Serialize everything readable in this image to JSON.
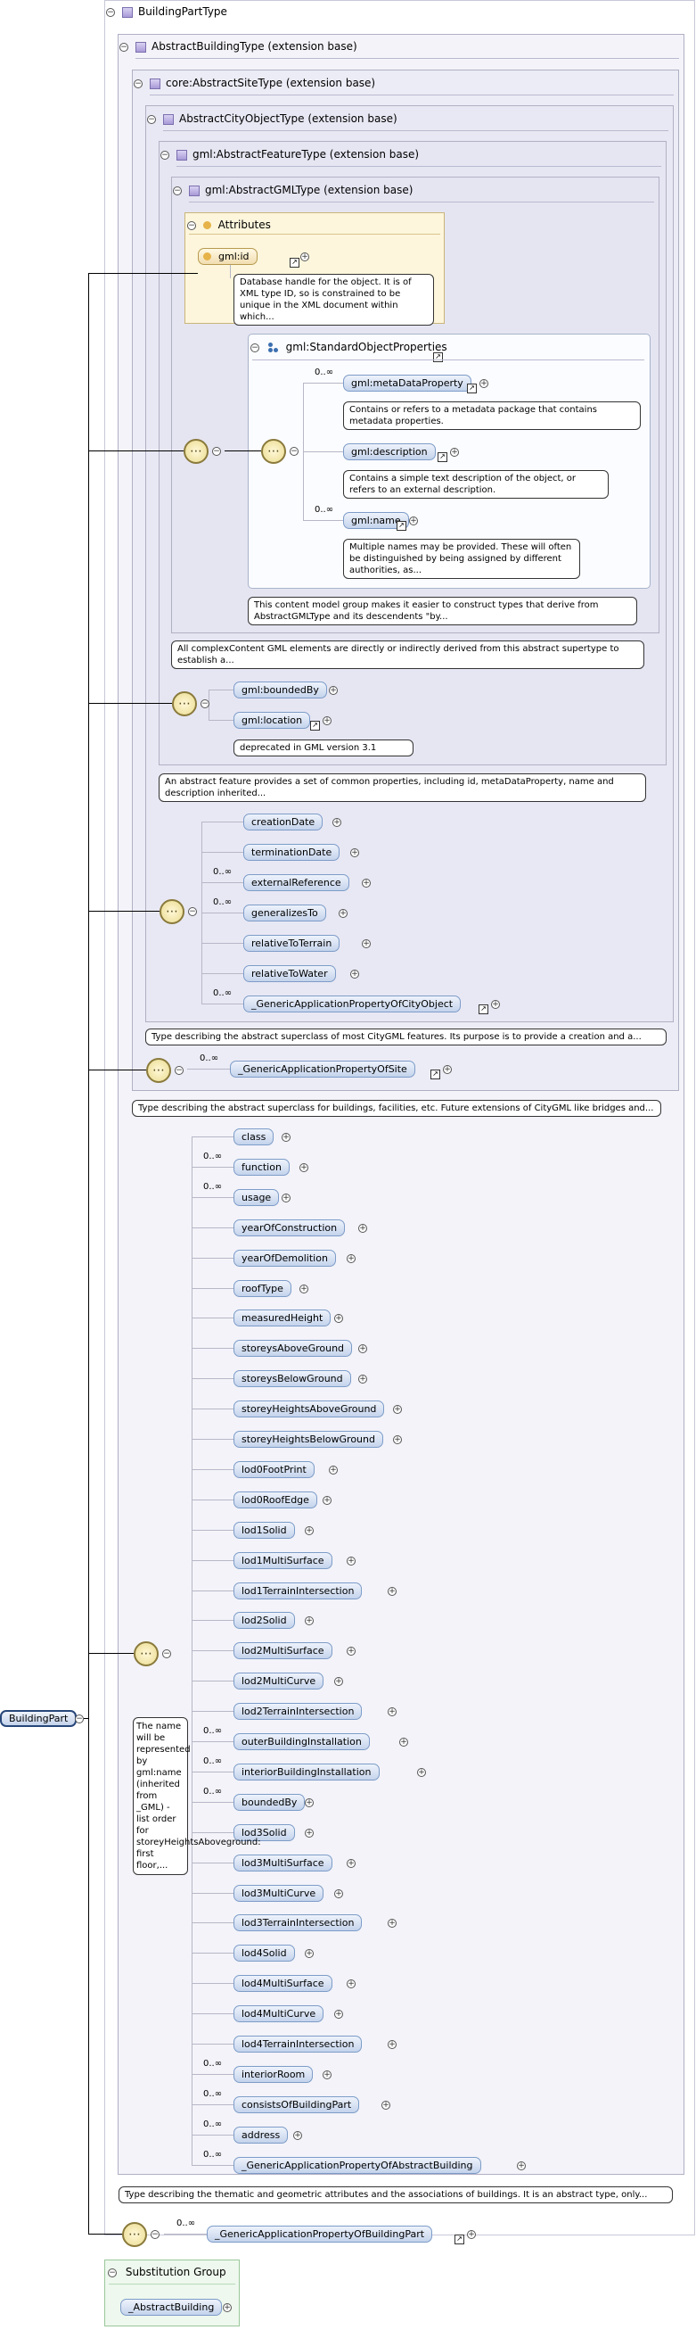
{
  "root": {
    "label": "BuildingPart"
  },
  "type_headers": {
    "building_part_type": "BuildingPartType",
    "abstract_building_type": "AbstractBuildingType (extension base)",
    "abstract_site_type": "core:AbstractSiteType (extension base)",
    "abstract_city_object_type": "AbstractCityObjectType (extension base)",
    "abstract_feature_type": "gml:AbstractFeatureType (extension base)",
    "abstract_gml_type": "gml:AbstractGMLType (extension base)"
  },
  "attributes": {
    "title": "Attributes",
    "id_label": "gml:id",
    "id_doc": "Database handle for the object. It is of XML type ID, so is constrained to be unique in the XML document within which..."
  },
  "std_props": {
    "title": "gml:StandardObjectProperties",
    "items": [
      {
        "label": "gml:metaDataProperty",
        "mult": "0..∞",
        "doc": "Contains or refers to a metadata package that contains metadata properties."
      },
      {
        "label": "gml:description",
        "mult": "",
        "doc": "Contains a simple text description of the object, or refers to an external description."
      },
      {
        "label": "gml:name",
        "mult": "0..∞",
        "doc": "Multiple names may be provided. These will often be distinguished by being assigned by different authorities, as..."
      }
    ],
    "group_doc": "This content model group makes it easier to construct types that derive from AbstractGMLType and its descendents \"by..."
  },
  "gml_type_doc": "All complexContent GML elements are directly or indirectly derived from this abstract supertype to establish a...",
  "feature_elements": [
    {
      "label": "gml:boundedBy",
      "mult": ""
    },
    {
      "label": "gml:location",
      "mult": ""
    }
  ],
  "location_doc": "deprecated in GML version 3.1",
  "feature_doc": "An abstract feature provides a set of common properties, including id, metaDataProperty, name and description inherited...",
  "city_object_elements": [
    {
      "label": "creationDate",
      "mult": ""
    },
    {
      "label": "terminationDate",
      "mult": ""
    },
    {
      "label": "externalReference",
      "mult": "0..∞"
    },
    {
      "label": "generalizesTo",
      "mult": "0..∞"
    },
    {
      "label": "relativeToTerrain",
      "mult": ""
    },
    {
      "label": "relativeToWater",
      "mult": ""
    },
    {
      "label": "_GenericApplicationPropertyOfCityObject",
      "mult": "0..∞"
    }
  ],
  "city_object_doc": "Type describing the abstract superclass of most CityGML features. Its purpose is to provide a creation and a...",
  "site_element": {
    "label": "_GenericApplicationPropertyOfSite",
    "mult": "0..∞"
  },
  "site_doc": "Type describing the abstract superclass for buildings, facilities, etc. Future extensions of CityGML like bridges and...",
  "building_elements": [
    {
      "label": "class",
      "mult": ""
    },
    {
      "label": "function",
      "mult": "0..∞"
    },
    {
      "label": "usage",
      "mult": "0..∞"
    },
    {
      "label": "yearOfConstruction",
      "mult": ""
    },
    {
      "label": "yearOfDemolition",
      "mult": ""
    },
    {
      "label": "roofType",
      "mult": ""
    },
    {
      "label": "measuredHeight",
      "mult": ""
    },
    {
      "label": "storeysAboveGround",
      "mult": ""
    },
    {
      "label": "storeysBelowGround",
      "mult": ""
    },
    {
      "label": "storeyHeightsAboveGround",
      "mult": ""
    },
    {
      "label": "storeyHeightsBelowGround",
      "mult": ""
    },
    {
      "label": "lod0FootPrint",
      "mult": ""
    },
    {
      "label": "lod0RoofEdge",
      "mult": ""
    },
    {
      "label": "lod1Solid",
      "mult": ""
    },
    {
      "label": "lod1MultiSurface",
      "mult": ""
    },
    {
      "label": "lod1TerrainIntersection",
      "mult": ""
    },
    {
      "label": "lod2Solid",
      "mult": ""
    },
    {
      "label": "lod2MultiSurface",
      "mult": ""
    },
    {
      "label": "lod2MultiCurve",
      "mult": ""
    },
    {
      "label": "lod2TerrainIntersection",
      "mult": ""
    },
    {
      "label": "outerBuildingInstallation",
      "mult": "0..∞"
    },
    {
      "label": "interiorBuildingInstallation",
      "mult": "0..∞"
    },
    {
      "label": "boundedBy",
      "mult": "0..∞"
    },
    {
      "label": "lod3Solid",
      "mult": ""
    },
    {
      "label": "lod3MultiSurface",
      "mult": ""
    },
    {
      "label": "lod3MultiCurve",
      "mult": ""
    },
    {
      "label": "lod3TerrainIntersection",
      "mult": ""
    },
    {
      "label": "lod4Solid",
      "mult": ""
    },
    {
      "label": "lod4MultiSurface",
      "mult": ""
    },
    {
      "label": "lod4MultiCurve",
      "mult": ""
    },
    {
      "label": "lod4TerrainIntersection",
      "mult": ""
    },
    {
      "label": "interiorRoom",
      "mult": "0..∞"
    },
    {
      "label": "consistsOfBuildingPart",
      "mult": "0..∞"
    },
    {
      "label": "address",
      "mult": "0..∞"
    },
    {
      "label": "_GenericApplicationPropertyOfAbstractBuilding",
      "mult": "0..∞"
    }
  ],
  "building_seq_doc": "The name will be represented by gml:name (inherited from _GML) - list order for storeyHeightsAboveground: first floor,...",
  "building_doc": "Type describing the thematic and geometric attributes and the associations of buildings. It is an abstract type, only...",
  "part_element": {
    "label": "_GenericApplicationPropertyOfBuildingPart",
    "mult": "0..∞"
  },
  "substitution": {
    "title": "Substitution Group",
    "item": "_AbstractBuilding"
  },
  "symbols": {
    "expander_open": "−",
    "expander_closed": "+",
    "sequence": "⋯",
    "link": "↗"
  },
  "colors": {
    "element_fill": "#c4d3ec",
    "type_border": "#b0b0c4",
    "attributes_fill": "#fdf6dc",
    "subst_fill": "#eef8ee"
  }
}
